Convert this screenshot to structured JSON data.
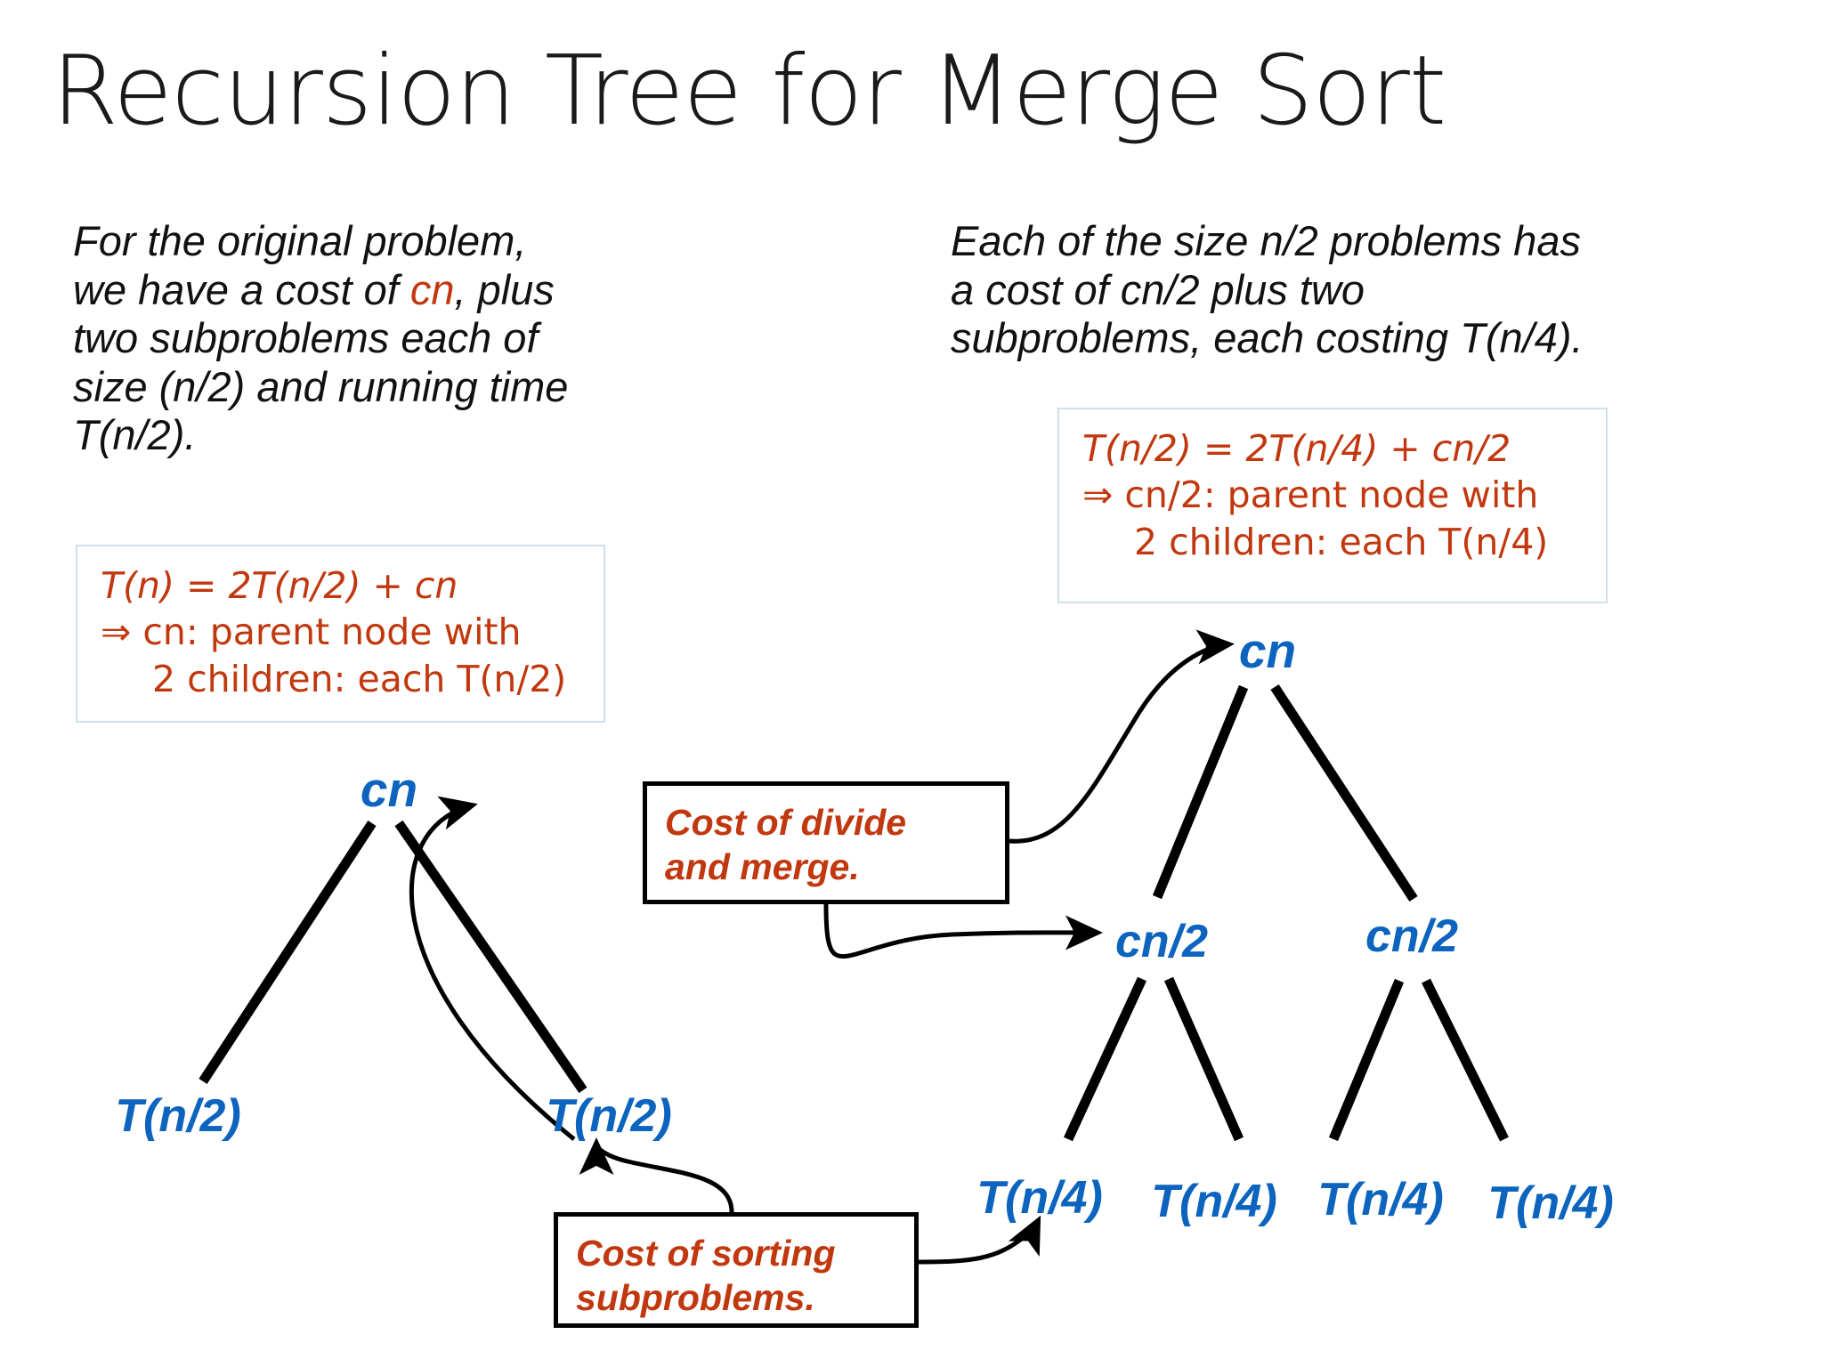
{
  "title": "Recursion Tree for Merge Sort",
  "colors": {
    "node_blue": "#0C64BE",
    "accent_red": "#C1380F",
    "box_border_light": "#cfe0ef",
    "callout_border": "#000000",
    "background": "#ffffff"
  },
  "narrative": {
    "left": {
      "line1": "For the original problem,",
      "line2_before": "we have a cost of ",
      "line2_highlight": "cn",
      "line2_after": ", plus",
      "line3": "two subproblems each of",
      "line4": "size (n/2) and running time",
      "line5": "T(n/2)."
    },
    "right": {
      "line1": "Each of the size n/2 problems has",
      "line2": "a cost of cn/2 plus two",
      "line3": "subproblems, each costing T(n/4)."
    }
  },
  "recurrence_boxes": [
    {
      "id": "left",
      "line1": "T(n) = 2T(n/2) + cn",
      "line2": "⇒ cn: parent node with",
      "line3": "2 children: each T(n/2)"
    },
    {
      "id": "right",
      "line1": "T(n/2) = 2T(n/4) + cn/2",
      "line2": "⇒ cn/2: parent node with",
      "line3": "2 children: each T(n/4)"
    }
  ],
  "callouts": [
    {
      "id": "divide-merge",
      "line1": "Cost of divide",
      "line2": "and merge."
    },
    {
      "id": "sorting",
      "line1": "Cost of sorting",
      "line2": "subproblems."
    }
  ],
  "trees": {
    "left": {
      "root": "cn",
      "children": [
        "T(n/2)",
        "T(n/2)"
      ]
    },
    "right": {
      "root": "cn",
      "level2": [
        "cn/2",
        "cn/2"
      ],
      "leaves": [
        "T(n/4)",
        "T(n/4)",
        "T(n/4)",
        "T(n/4)"
      ]
    }
  }
}
